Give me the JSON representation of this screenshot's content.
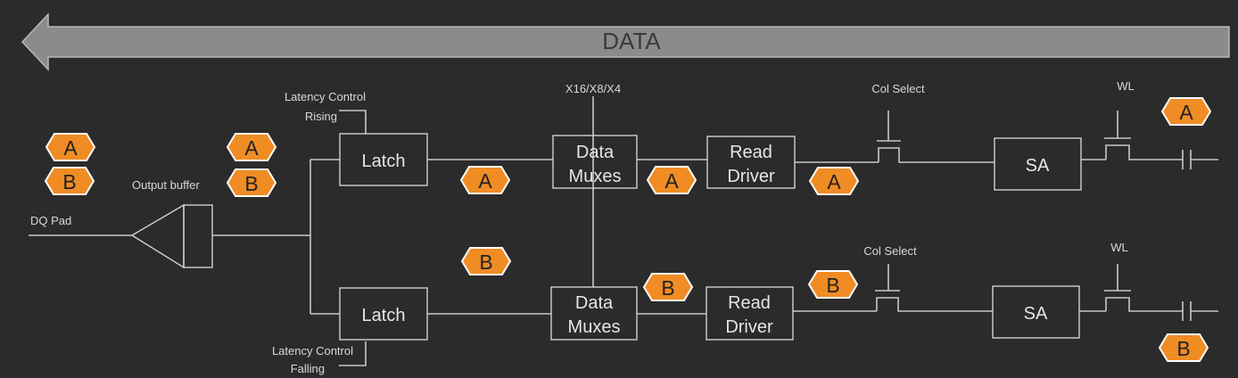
{
  "header": {
    "arrow_label": "DATA"
  },
  "labels": {
    "dq_pad": "DQ Pad",
    "output_buffer": "Output buffer",
    "latency_rising": [
      "Latency Control",
      "Rising"
    ],
    "latency_falling": [
      "Latency Control",
      "Falling"
    ],
    "width_select": "X16/X8/X4",
    "col_select_top": "Col Select",
    "col_select_bottom": "Col Select",
    "wl_top": "WL",
    "wl_bottom": "WL"
  },
  "blocks": {
    "latch_top": [
      "Latch"
    ],
    "latch_bottom": [
      "Latch"
    ],
    "muxes_top": [
      "Data",
      "Muxes"
    ],
    "muxes_bottom": [
      "Data",
      "Muxes"
    ],
    "driver_top": [
      "Read",
      "Driver"
    ],
    "driver_bottom": [
      "Read",
      "Driver"
    ],
    "sa_top": [
      "SA"
    ],
    "sa_bottom": [
      "SA"
    ]
  },
  "badges": {
    "a": "A",
    "b": "B"
  },
  "colors": {
    "background": "#2b2b2b",
    "badge_fill": "#f08c24",
    "badge_outline": "#ffffff",
    "arrow_fill": "#8a8b8b",
    "wire": "#c8c8c8"
  }
}
